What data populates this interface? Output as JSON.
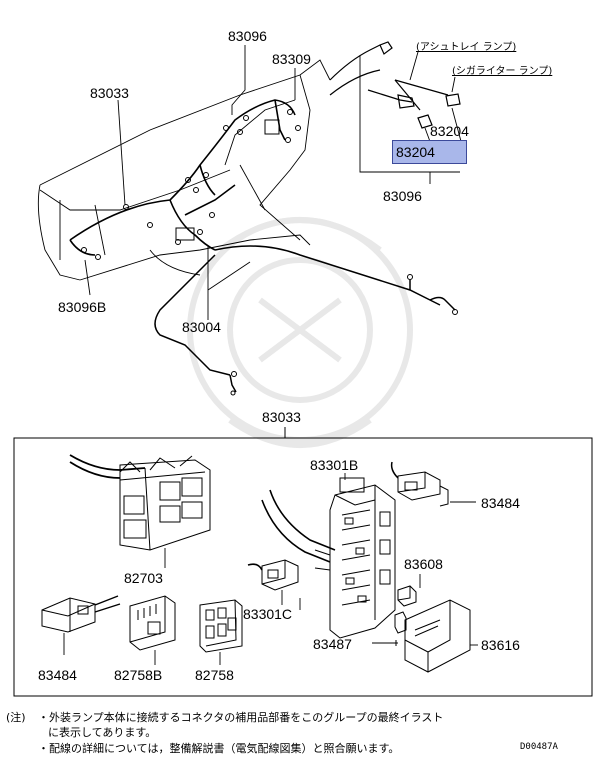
{
  "labels": {
    "top_83096": "83096",
    "top_83309": "83309",
    "top_83033": "83033",
    "top_83096b": "83096B",
    "top_83004": "83004",
    "top_right_83204": "83204",
    "top_right_83204_highlighted": "83204",
    "top_right_83096": "83096",
    "ashtray_lamp": "(アシュトレイ ランプ)",
    "cigar_lamp": "(シガライター ランプ)",
    "section_83033": "83033",
    "p_83301b": "83301B",
    "p_83484_right": "83484",
    "p_82703": "82703",
    "p_83608": "83608",
    "p_83301c": "83301C",
    "p_83487": "83487",
    "p_83616": "83616",
    "p_83484_left": "83484",
    "p_82758b": "82758B",
    "p_82758": "82758"
  },
  "highlight": {
    "part": "83204",
    "color": "#a9b7ea"
  },
  "notes": {
    "prefix": "(注)",
    "line1": "・外装ランプ本体に接続するコネクタの補用品部番をこのグループの最終イラスト",
    "line2": "に表示してあります。",
    "line3": "・配線の詳細については，整備解説書（電気配線図集）と照合願います。"
  },
  "diagram_code": "D00487A"
}
